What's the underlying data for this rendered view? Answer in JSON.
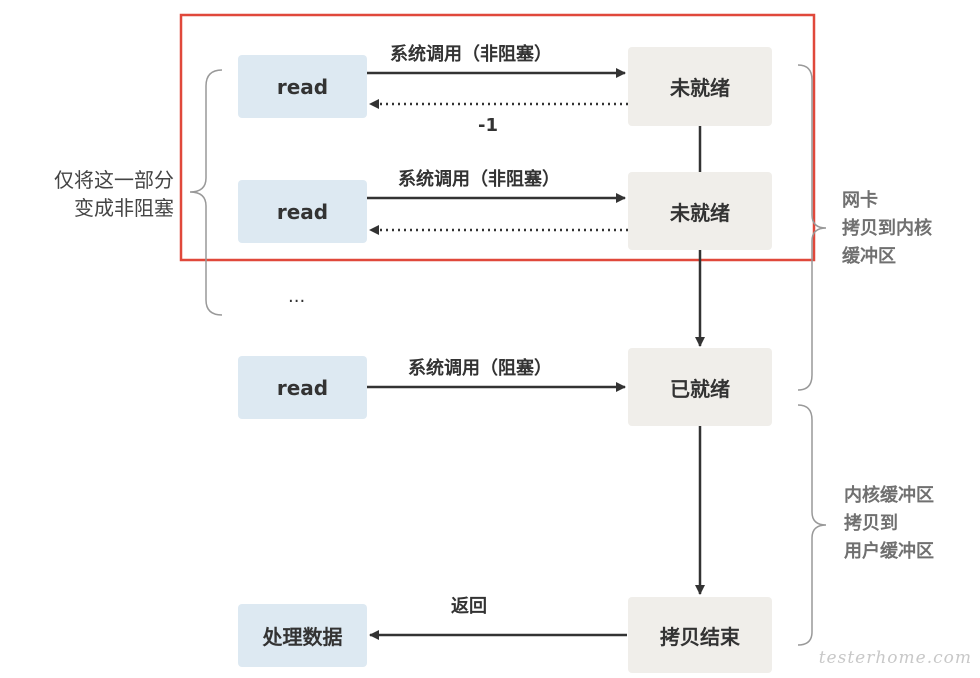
{
  "nodes": {
    "read1": "read",
    "notready1": "未就绪",
    "read2": "read",
    "notready2": "未就绪",
    "read3": "read",
    "ready": "已就绪",
    "process": "处理数据",
    "copydone": "拷贝结束"
  },
  "edges": {
    "call_nonblock_1": "系统调用（非阻塞）",
    "ret_minus1": "-1",
    "call_nonblock_2": "系统调用（非阻塞）",
    "call_block": "系统调用（阻塞）",
    "return": "返回"
  },
  "ellipsis": "...",
  "left_note": [
    "仅将这一部分",
    "变成非阻塞"
  ],
  "right_note_nic": [
    "网卡",
    "拷贝到内核",
    "缓冲区"
  ],
  "right_note_kernel": [
    "内核缓冲区",
    "拷贝到",
    "用户缓冲区"
  ],
  "watermark": "testerhome.com",
  "colors": {
    "highlight": "#e0483b",
    "box_blue": "#dde9f2",
    "box_gray": "#f0eeea",
    "arrow": "#333333",
    "brace": "#999999"
  }
}
